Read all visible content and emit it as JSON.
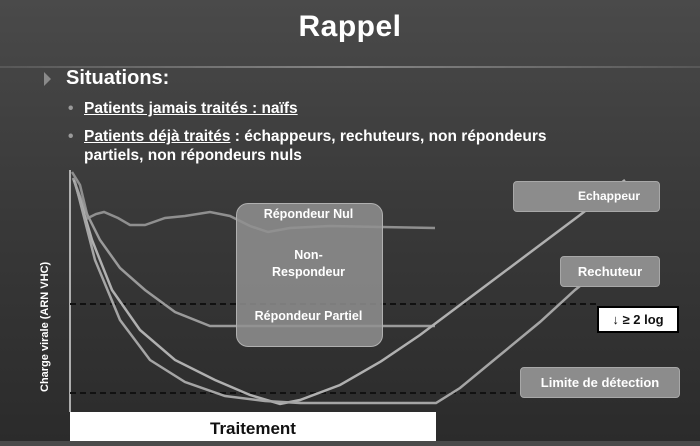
{
  "slide": {
    "title": "Rappel",
    "heading": "Situations:",
    "bullets": [
      {
        "underlined": "Patients jamais traités : naïfs",
        "rest": ""
      },
      {
        "underlined": "Patients déjà traités",
        "rest": " : échappeurs, rechuteurs, non répondeurs partiels, non répondeurs nuls"
      }
    ]
  },
  "diagram": {
    "y_axis_label": "Charge virale (ARN VHC)",
    "labels": {
      "null_responder": "Répondeur Nul",
      "non_responder": "Non-\nRespondeur",
      "partial_responder": "Répondeur Partiel",
      "escaper": "Echappeur",
      "relapser": "Rechuteur",
      "log_drop": "↓ ≥ 2 log",
      "detection_limit": "Limite de détection",
      "treatment": "Traitement"
    }
  }
}
